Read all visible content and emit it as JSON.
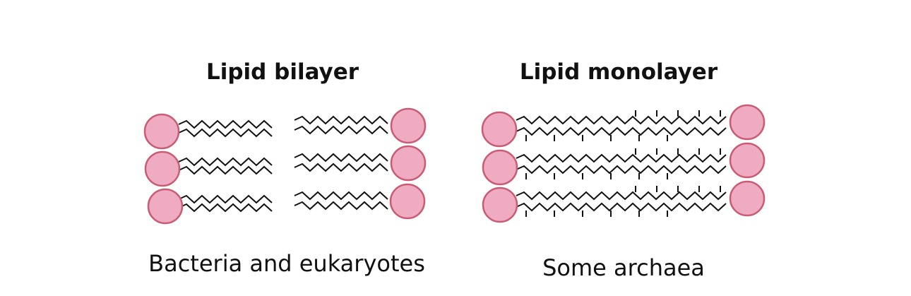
{
  "panels": [
    {
      "title": "Lipid bilayer",
      "caption": "Bacteria and eukaryotes"
    },
    {
      "title": "Lipid monolayer",
      "caption": "Some archaea"
    }
  ],
  "colors": {
    "head_fill": "#eeabc2",
    "head_stroke": "#c95c74",
    "tail": "#111111"
  }
}
